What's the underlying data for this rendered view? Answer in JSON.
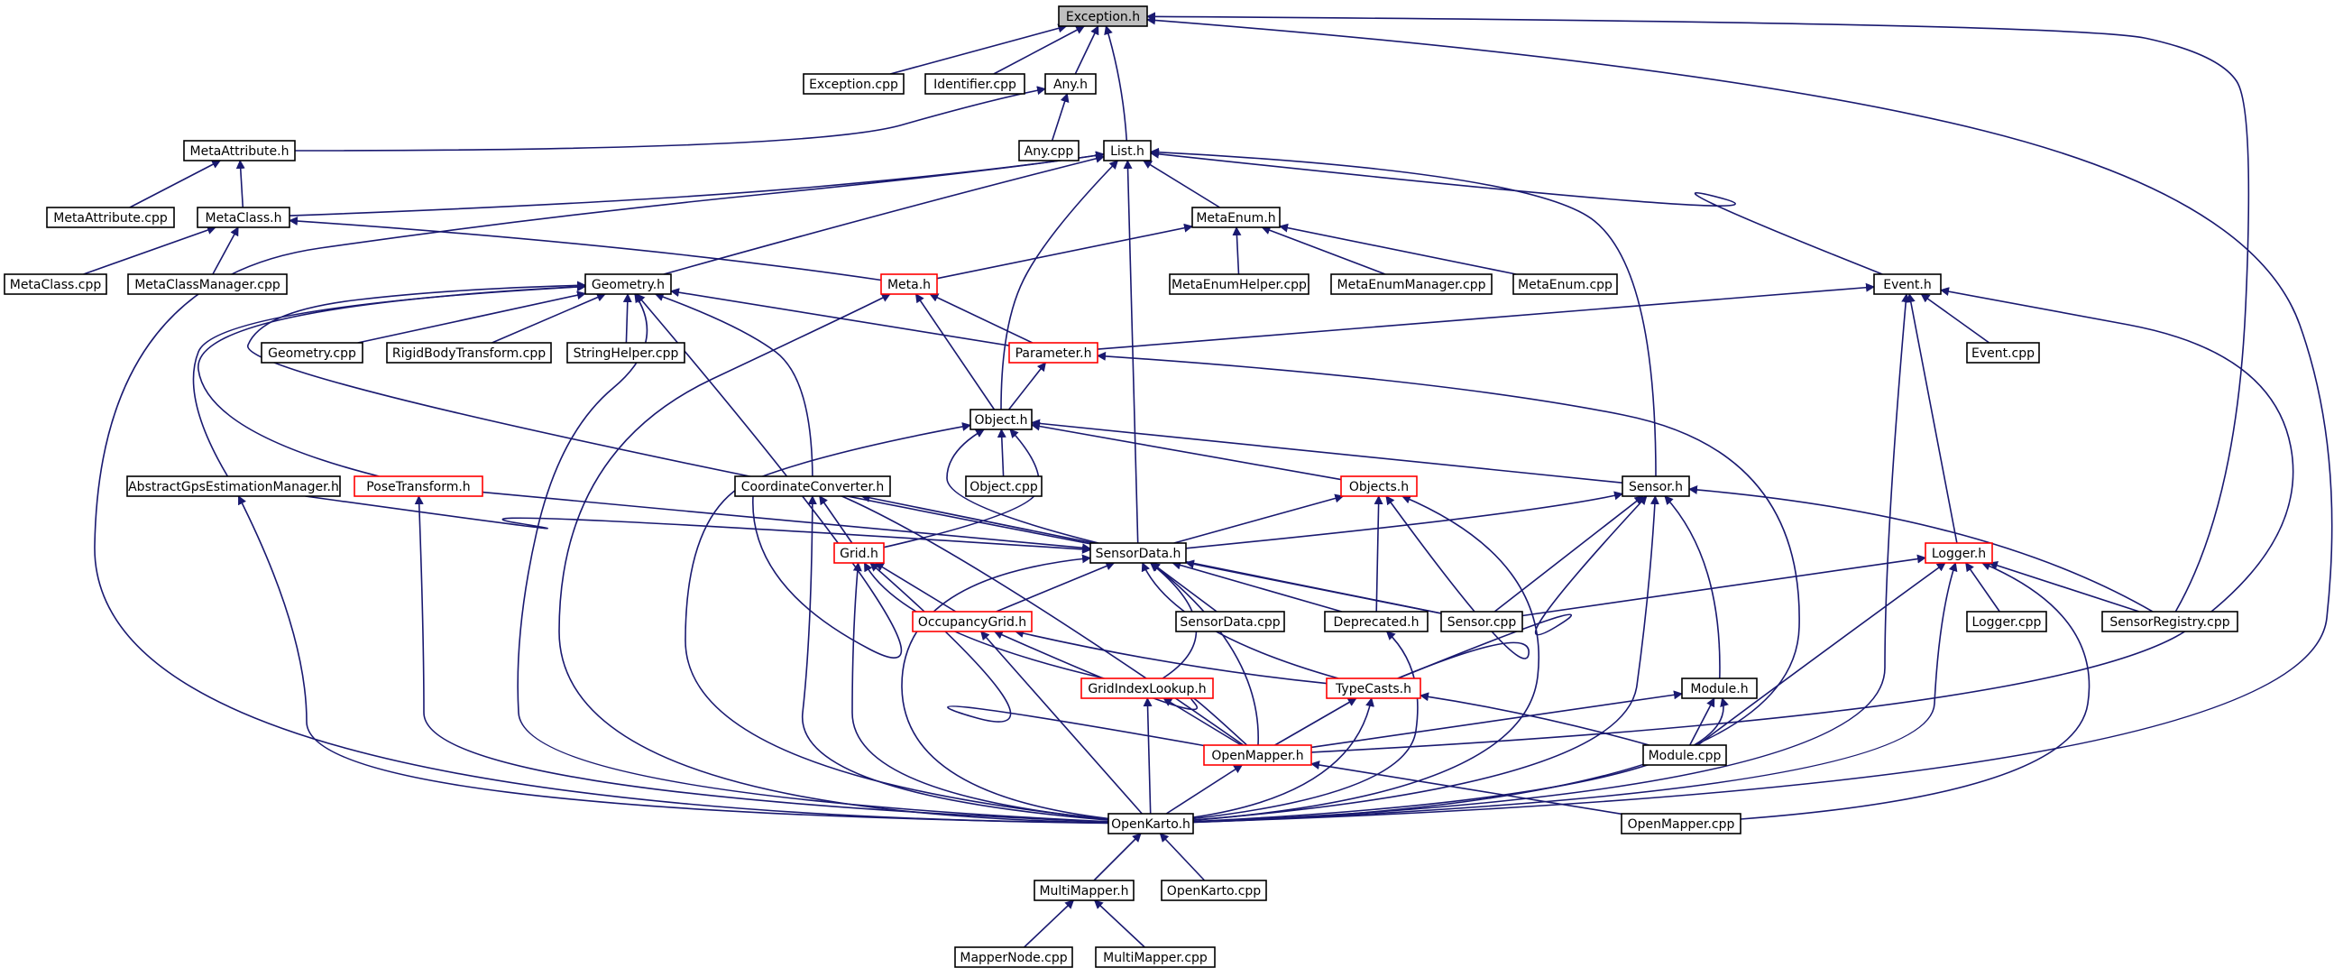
{
  "diagram": {
    "colors": {
      "edge": "#191970",
      "node_border": "#000000",
      "incomplete_border": "#ff0000",
      "focus_fill": "#bfbfbf"
    },
    "nodes": [
      {
        "id": "exception_h",
        "label": "Exception.h",
        "style": "focus"
      },
      {
        "id": "exception_cpp",
        "label": "Exception.cpp",
        "style": "normal"
      },
      {
        "id": "identifier_cpp",
        "label": "Identifier.cpp",
        "style": "normal"
      },
      {
        "id": "any_h",
        "label": "Any.h",
        "style": "normal"
      },
      {
        "id": "any_cpp",
        "label": "Any.cpp",
        "style": "normal"
      },
      {
        "id": "list_h",
        "label": "List.h",
        "style": "normal"
      },
      {
        "id": "metaattribute_h",
        "label": "MetaAttribute.h",
        "style": "normal"
      },
      {
        "id": "metaattribute_cpp",
        "label": "MetaAttribute.cpp",
        "style": "normal"
      },
      {
        "id": "metaclass_h",
        "label": "MetaClass.h",
        "style": "normal"
      },
      {
        "id": "metaclass_cpp",
        "label": "MetaClass.cpp",
        "style": "normal"
      },
      {
        "id": "metaclassmanager_cpp",
        "label": "MetaClassManager.cpp",
        "style": "normal"
      },
      {
        "id": "metaenum_h",
        "label": "MetaEnum.h",
        "style": "normal"
      },
      {
        "id": "metaenumhelper_cpp",
        "label": "MetaEnumHelper.cpp",
        "style": "normal"
      },
      {
        "id": "metaenummanager_cpp",
        "label": "MetaEnumManager.cpp",
        "style": "normal"
      },
      {
        "id": "metaenum_cpp",
        "label": "MetaEnum.cpp",
        "style": "normal"
      },
      {
        "id": "geometry_h",
        "label": "Geometry.h",
        "style": "normal"
      },
      {
        "id": "meta_h",
        "label": "Meta.h",
        "style": "incomplete"
      },
      {
        "id": "event_h",
        "label": "Event.h",
        "style": "normal"
      },
      {
        "id": "event_cpp",
        "label": "Event.cpp",
        "style": "normal"
      },
      {
        "id": "geometry_cpp",
        "label": "Geometry.cpp",
        "style": "normal"
      },
      {
        "id": "rigidbodytransform_cpp",
        "label": "RigidBodyTransform.cpp",
        "style": "normal"
      },
      {
        "id": "stringhelper_cpp",
        "label": "StringHelper.cpp",
        "style": "normal"
      },
      {
        "id": "parameter_h",
        "label": "Parameter.h",
        "style": "incomplete"
      },
      {
        "id": "object_h",
        "label": "Object.h",
        "style": "normal"
      },
      {
        "id": "object_cpp",
        "label": "Object.cpp",
        "style": "normal"
      },
      {
        "id": "abstractgps_h",
        "label": "AbstractGpsEstimationManager.h",
        "style": "normal"
      },
      {
        "id": "posetransform_h",
        "label": "PoseTransform.h",
        "style": "incomplete"
      },
      {
        "id": "coordinateconverter_h",
        "label": "CoordinateConverter.h",
        "style": "normal"
      },
      {
        "id": "objects_h",
        "label": "Objects.h",
        "style": "incomplete"
      },
      {
        "id": "sensor_h",
        "label": "Sensor.h",
        "style": "normal"
      },
      {
        "id": "grid_h",
        "label": "Grid.h",
        "style": "incomplete"
      },
      {
        "id": "sensordata_h",
        "label": "SensorData.h",
        "style": "normal"
      },
      {
        "id": "logger_h",
        "label": "Logger.h",
        "style": "incomplete"
      },
      {
        "id": "sensordata_cpp",
        "label": "SensorData.cpp",
        "style": "normal"
      },
      {
        "id": "deprecated_h",
        "label": "Deprecated.h",
        "style": "normal"
      },
      {
        "id": "sensor_cpp",
        "label": "Sensor.cpp",
        "style": "normal"
      },
      {
        "id": "logger_cpp",
        "label": "Logger.cpp",
        "style": "normal"
      },
      {
        "id": "sensorregistry_cpp",
        "label": "SensorRegistry.cpp",
        "style": "normal"
      },
      {
        "id": "occupancygrid_h",
        "label": "OccupancyGrid.h",
        "style": "incomplete"
      },
      {
        "id": "gridindexlookup_h",
        "label": "GridIndexLookup.h",
        "style": "incomplete"
      },
      {
        "id": "typecasts_h",
        "label": "TypeCasts.h",
        "style": "incomplete"
      },
      {
        "id": "module_h",
        "label": "Module.h",
        "style": "normal"
      },
      {
        "id": "openmapper_h",
        "label": "OpenMapper.h",
        "style": "incomplete"
      },
      {
        "id": "module_cpp",
        "label": "Module.cpp",
        "style": "normal"
      },
      {
        "id": "openkarto_h",
        "label": "OpenKarto.h",
        "style": "normal"
      },
      {
        "id": "openmapper_cpp",
        "label": "OpenMapper.cpp",
        "style": "normal"
      },
      {
        "id": "multimapper_h",
        "label": "MultiMapper.h",
        "style": "normal"
      },
      {
        "id": "openkarto_cpp",
        "label": "OpenKarto.cpp",
        "style": "normal"
      },
      {
        "id": "mappernode_cpp",
        "label": "MapperNode.cpp",
        "style": "normal"
      },
      {
        "id": "multimapper_cpp",
        "label": "MultiMapper.cpp",
        "style": "normal"
      }
    ]
  }
}
